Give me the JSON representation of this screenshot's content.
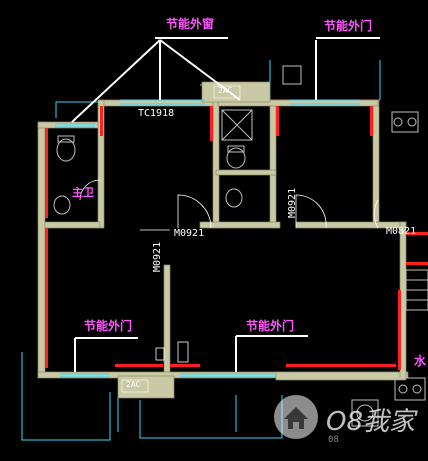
{
  "callouts": {
    "window_top": "节能外窗",
    "door_top": "节能外门",
    "door_left": "节能外门",
    "door_center": "节能外门"
  },
  "codes": {
    "window_tc": "TC1918",
    "door_m0921_a": "M0921",
    "door_m0921_b": "M0921",
    "door_m0921_c": "M0921",
    "door_m0821": "M0821"
  },
  "rooms": {
    "master_bath": "主卫",
    "water": "水"
  },
  "ac_labels": {
    "ac_top": "2AC",
    "ac_bottom": "2AC"
  },
  "watermark": {
    "brand": "O8我家",
    "sub": "08"
  },
  "colors": {
    "background": "#000000",
    "wall_fill": "#c9c9a5",
    "wall_edge": "#8a8a66",
    "line_white": "#ffffff",
    "line_cyan": "#33d6ff",
    "insulation_red": "#ff2020",
    "annotation_magenta": "#ff55ff",
    "fixture_grey": "#bfbfbf"
  }
}
